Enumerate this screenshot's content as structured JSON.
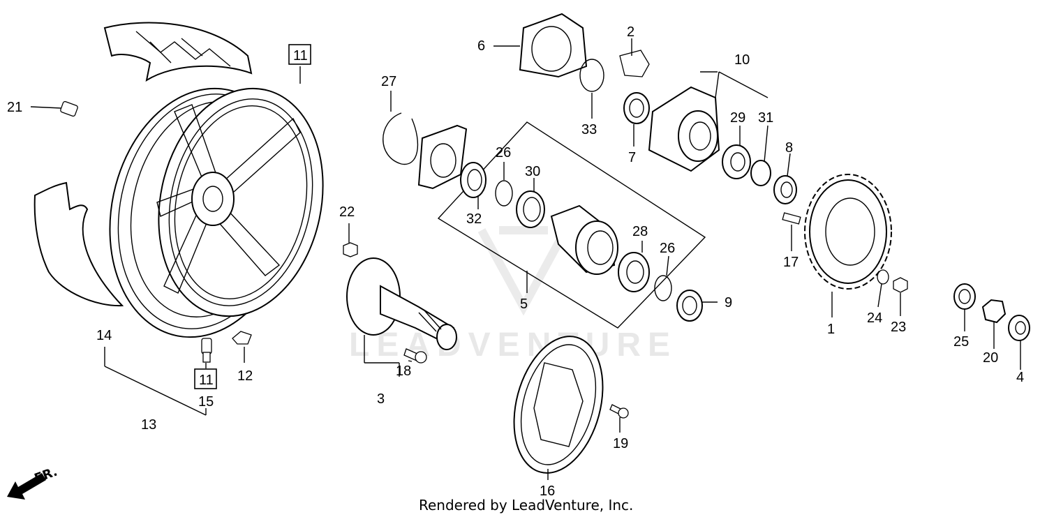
{
  "diagram": {
    "watermark": "LEADVENTURE",
    "credit": "Rendered by LeadVenture, Inc.",
    "direction_label": "FR.",
    "box_labels": [
      "11",
      "11"
    ],
    "callouts": [
      "1",
      "2",
      "3",
      "4",
      "5",
      "6",
      "7",
      "8",
      "9",
      "10",
      "12",
      "13",
      "14",
      "15",
      "16",
      "17",
      "18",
      "19",
      "20",
      "21",
      "22",
      "23",
      "24",
      "25",
      "26",
      "26",
      "27",
      "28",
      "29",
      "30",
      "31",
      "32",
      "33"
    ]
  }
}
